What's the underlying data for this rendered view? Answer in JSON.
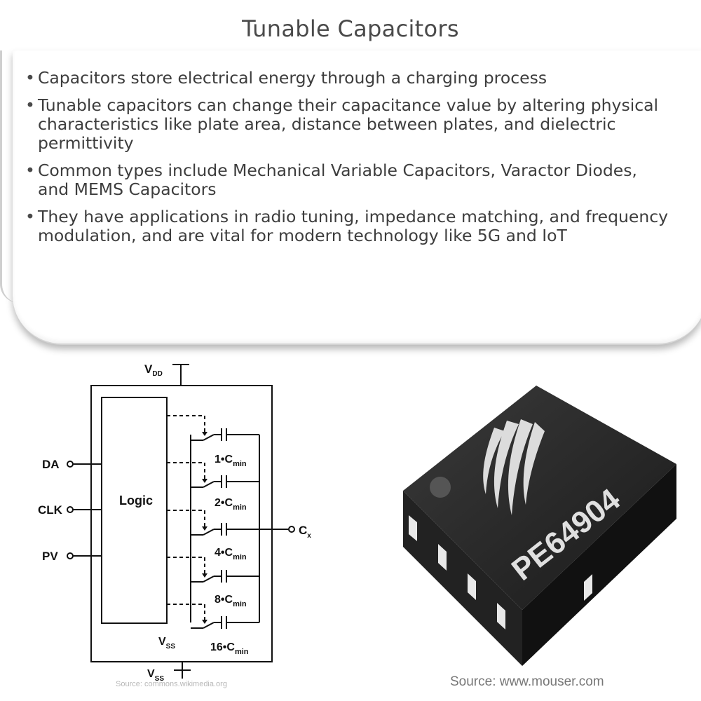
{
  "page": {
    "title": "Tunable Capacitors"
  },
  "bullets": [
    "Capacitors store electrical energy through a charging process",
    "Tunable capacitors can change their capacitance value by altering physical characteristics like plate area, distance between plates, and dielectric permittivity",
    "Common types include Mechanical Variable Capacitors, Varactor Diodes, and MEMS Capacitors",
    "They have applications in radio tuning, impedance matching, and frequency modulation, and are vital for modern technology like 5G and IoT"
  ],
  "circuit": {
    "vdd": "V",
    "vdd_sub": "DD",
    "vss_inner": "V",
    "vss_inner_sub": "SS",
    "vss_outer": "V",
    "vss_outer_sub": "SS",
    "logic_label": "Logic",
    "pins": [
      "DA",
      "CLK",
      "PV"
    ],
    "output": "C",
    "output_sub": "x",
    "caps": [
      {
        "mult": "1•C",
        "sub": "min"
      },
      {
        "mult": "2•C",
        "sub": "min"
      },
      {
        "mult": "4•C",
        "sub": "min"
      },
      {
        "mult": "8•C",
        "sub": "min"
      },
      {
        "mult": "16•C",
        "sub": "min"
      }
    ],
    "source": "Source: commons.wikimedia.org"
  },
  "chip": {
    "marking": "PE64904",
    "source": "Source: www.mouser.com"
  }
}
